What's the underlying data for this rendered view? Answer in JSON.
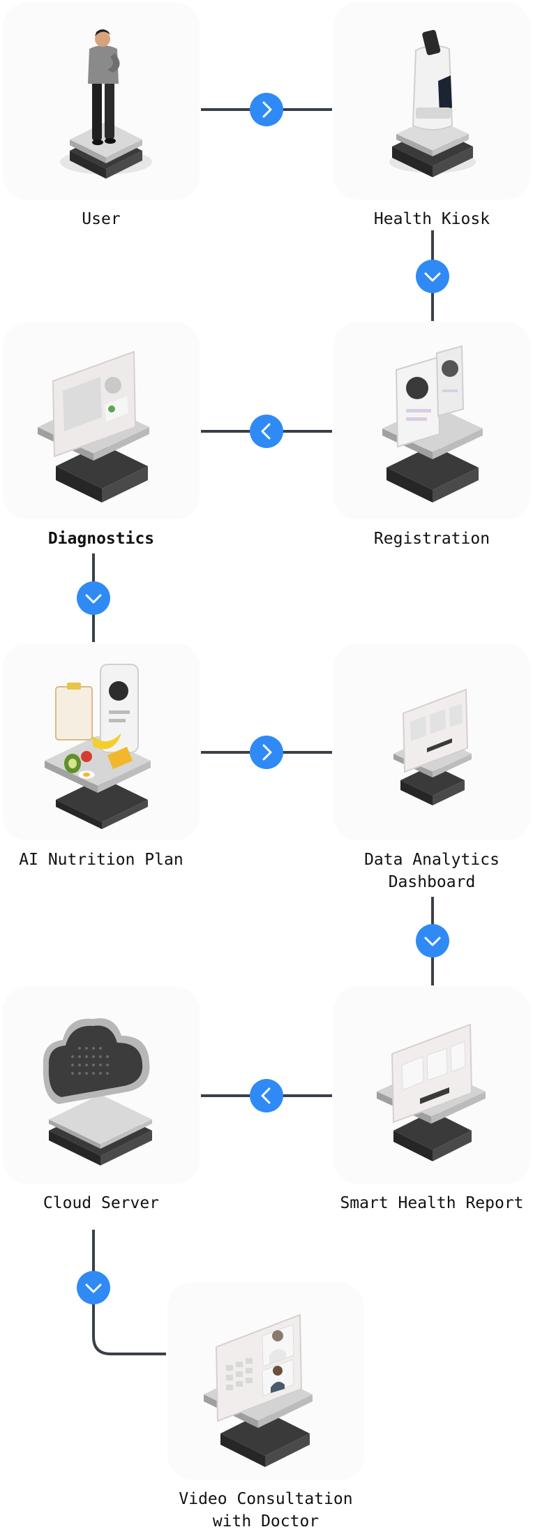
{
  "nodes": [
    {
      "id": "user",
      "label": "User",
      "bold": false
    },
    {
      "id": "health-kiosk",
      "label": "Health Kiosk",
      "bold": false
    },
    {
      "id": "registration",
      "label": "Registration",
      "bold": false
    },
    {
      "id": "diagnostics",
      "label": "Diagnostics",
      "bold": true
    },
    {
      "id": "ai-nutrition-plan",
      "label": "AI Nutrition Plan",
      "bold": false
    },
    {
      "id": "data-analytics-dashboard",
      "label": "Data Analytics\nDashboard",
      "bold": false
    },
    {
      "id": "smart-health-report",
      "label": "Smart Health Report",
      "bold": false
    },
    {
      "id": "cloud-server",
      "label": "Cloud Server",
      "bold": false
    },
    {
      "id": "video-consultation",
      "label": "Video Consultation\nwith Doctor",
      "bold": false
    }
  ],
  "connectors": [
    {
      "from": "user",
      "to": "health-kiosk",
      "icon": "chevron-right-icon"
    },
    {
      "from": "health-kiosk",
      "to": "registration",
      "icon": "chevron-down-icon"
    },
    {
      "from": "registration",
      "to": "diagnostics",
      "icon": "chevron-left-icon"
    },
    {
      "from": "diagnostics",
      "to": "ai-nutrition-plan",
      "icon": "chevron-down-icon"
    },
    {
      "from": "ai-nutrition-plan",
      "to": "data-analytics-dashboard",
      "icon": "chevron-right-icon"
    },
    {
      "from": "data-analytics-dashboard",
      "to": "smart-health-report",
      "icon": "chevron-down-icon"
    },
    {
      "from": "smart-health-report",
      "to": "cloud-server",
      "icon": "chevron-left-icon"
    },
    {
      "from": "cloud-server",
      "to": "video-consultation",
      "icon": "chevron-down-icon"
    }
  ],
  "colors": {
    "accent": "#2f8af5",
    "line": "#3a4048",
    "card": "#fbfbfb",
    "text": "#111111"
  }
}
